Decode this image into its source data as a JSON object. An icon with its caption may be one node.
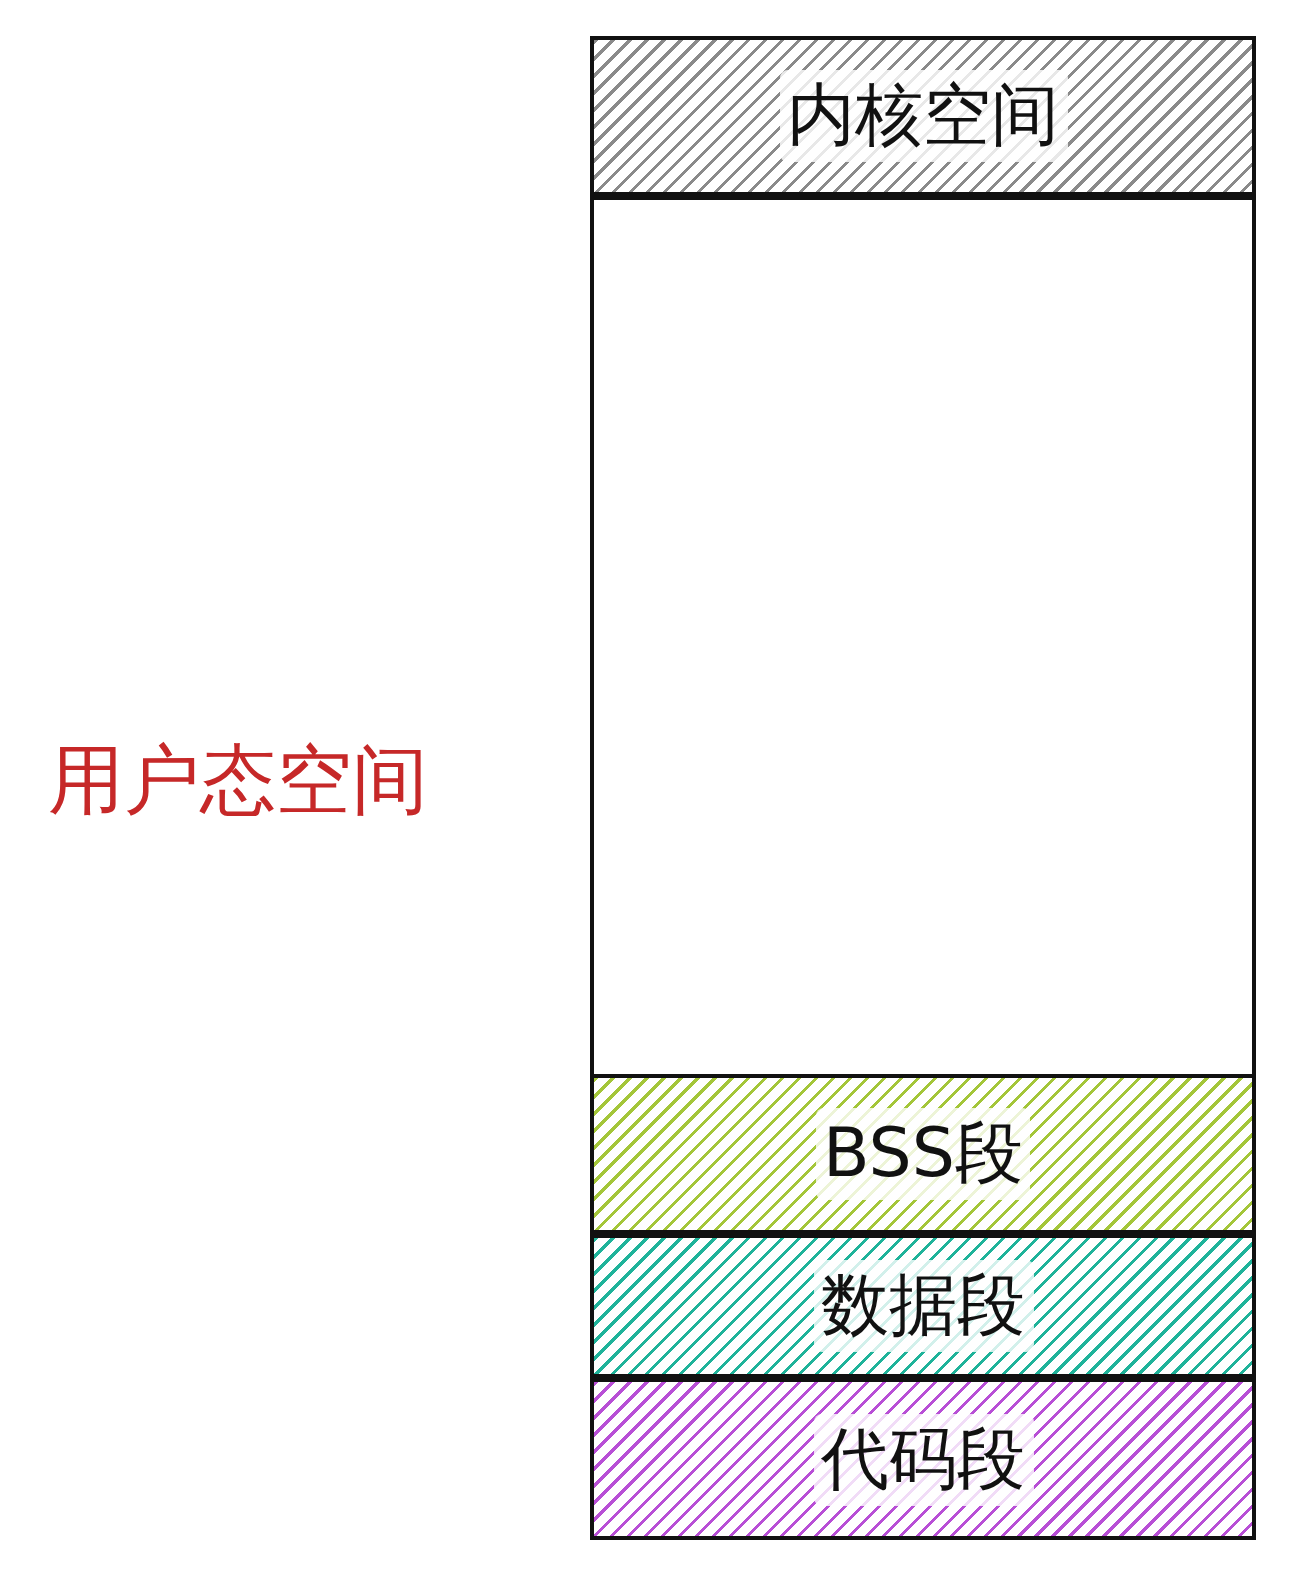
{
  "diagram": {
    "nodes": [
      {
        "text": [
          "内核空间"
        ]
      },
      {
        "text": [],
        "shape": "box",
        "beside": [
          "用户态空间"
        ]
      },
      {
        "text": [
          "BSS段"
        ],
        "in": 1
      },
      {
        "text": [
          "数据段"
        ],
        "in": 1
      },
      {
        "text": [
          "代码段"
        ],
        "in": 1
      }
    ]
  }
}
